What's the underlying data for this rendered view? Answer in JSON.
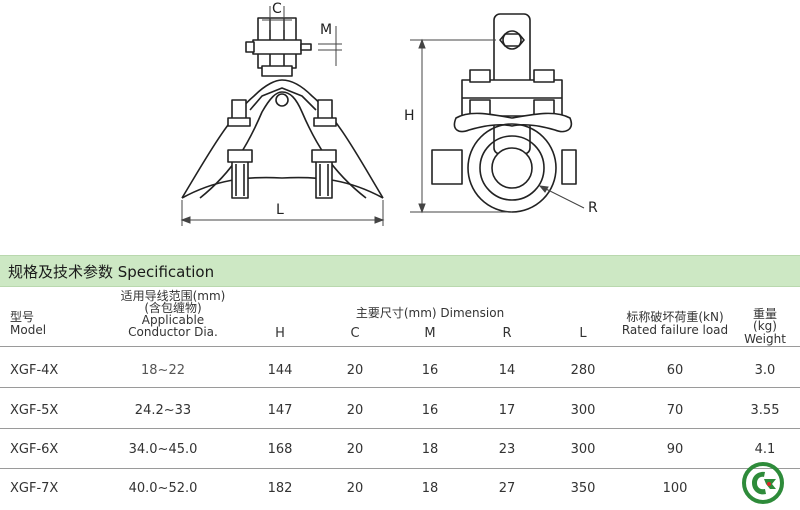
{
  "drawing": {
    "dimension_labels": {
      "c": "C",
      "m": "M",
      "h": "H",
      "l": "L",
      "r": "R"
    }
  },
  "spec": {
    "title": "规格及技术参数  Specification"
  },
  "table": {
    "headers": {
      "model_cn": "型号",
      "model_en": "Model",
      "conductor_cn1": "适用导线范围(mm)",
      "conductor_cn2": "(含包缠物)",
      "conductor_en1": "Applicable",
      "conductor_en2": "Conductor Dia.",
      "dimension": "主要尺寸(mm)  Dimension",
      "h": "H",
      "c": "C",
      "m": "M",
      "r": "R",
      "l": "L",
      "load_cn": "标称破坏荷重(kN)",
      "load_en": "Rated failure load",
      "weight_cn": "重量(kg)",
      "weight_en": "Weight"
    },
    "rows": [
      {
        "model": "XGF-4X",
        "conductor": "18~22",
        "h": "144",
        "c": "20",
        "m": "16",
        "r": "14",
        "l": "280",
        "load": "60",
        "weight": "3.0"
      },
      {
        "model": "XGF-5X",
        "conductor": "24.2~33",
        "h": "147",
        "c": "20",
        "m": "16",
        "r": "17",
        "l": "300",
        "load": "70",
        "weight": "3.55"
      },
      {
        "model": "XGF-6X",
        "conductor": "34.0~45.0",
        "h": "168",
        "c": "20",
        "m": "18",
        "r": "23",
        "l": "300",
        "load": "90",
        "weight": "4.1"
      },
      {
        "model": "XGF-7X",
        "conductor": "40.0~52.0",
        "h": "182",
        "c": "20",
        "m": "18",
        "r": "27",
        "l": "350",
        "load": "100",
        "weight": ""
      }
    ]
  },
  "logo": {
    "icon": "company-logo-icon",
    "color": "#2e8b3a"
  }
}
